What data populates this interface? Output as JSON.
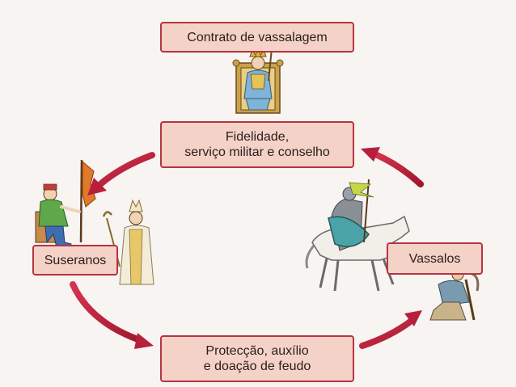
{
  "diagram": {
    "contract_label": "Contrato de vassalagem",
    "fidelity_lines": [
      "Fidelidade,",
      "serviço militar e conselho"
    ],
    "suseranos_label": "Suseranos",
    "vassalos_label": "Vassalos",
    "protection_lines": [
      "Protecção, auxílio",
      "e doação de feudo"
    ]
  },
  "colors": {
    "box_fill": "#f4d2c7",
    "box_border": "#b6343f",
    "arrow": "#b81f3c",
    "background": "#f7f4f1"
  },
  "icons": [
    "king-on-throne-icon",
    "lord-with-banner-icon",
    "bishop-icon",
    "mounted-knight-icon",
    "kneeling-peasant-icon"
  ]
}
